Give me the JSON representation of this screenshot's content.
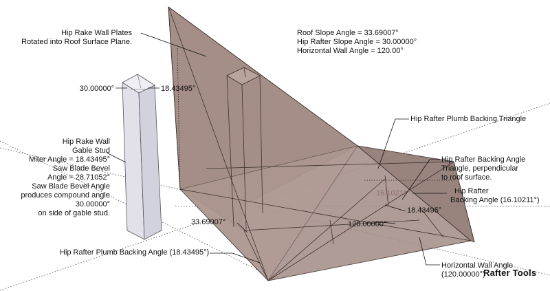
{
  "labels": {
    "hip_rake_plates_1": "Hip Rake Wall Plates",
    "hip_rake_plates_2": "Rotated into Roof Surface Plane.",
    "roof_slope": "Roof Slope Angle = 33.69007°",
    "hip_rafter_slope": "Hip Rafter Slope Angle = 30.00000°",
    "horizontal_wall": "Horizontal Wall Angle = 120.00°",
    "stud_top_left": "30.00000°",
    "stud_top_right": "18.43495°",
    "stud_note": [
      "Hip Rake Wall",
      "Gable Stud",
      "Miter Angle = 18.43495°",
      "Saw Blade Bevel",
      "Angle = 28.71052°",
      "Saw Blade Bevel Angle",
      "produces compound angle",
      "30.00000°",
      "on side of gable stud."
    ],
    "plumb_triangle": "Hip Rafter Plumb Backing Triangle",
    "backing_triangle_1": "Hip Rafter Backing Angle",
    "backing_triangle_2": "Triangle, perpendicular",
    "backing_triangle_3": "to roof surface.",
    "backing_angle_value": "16.10211°",
    "hip_rafter_1": "Hip Rafter",
    "hip_rafter_2": "Backing Angle (16.10211°)",
    "angle_18": "18.43495°",
    "angle_120": "120.00000°",
    "angle_33": "33.69007°",
    "plumb_backing": "Hip Rafter Plumb Backing Angle (18.43495°)",
    "horizontal_wall_bottom_1": "Horizontal Wall Angle",
    "horizontal_wall_bottom_2": "(120.00000°)",
    "brand": "Rafter Tools"
  },
  "colors": {
    "roof_face": "#a08b84",
    "roof_face_dark": "#8f7a73",
    "stud_face": "#dcdbe6",
    "stud_face_light": "#ecebf2",
    "line": "#3a2f2c"
  }
}
